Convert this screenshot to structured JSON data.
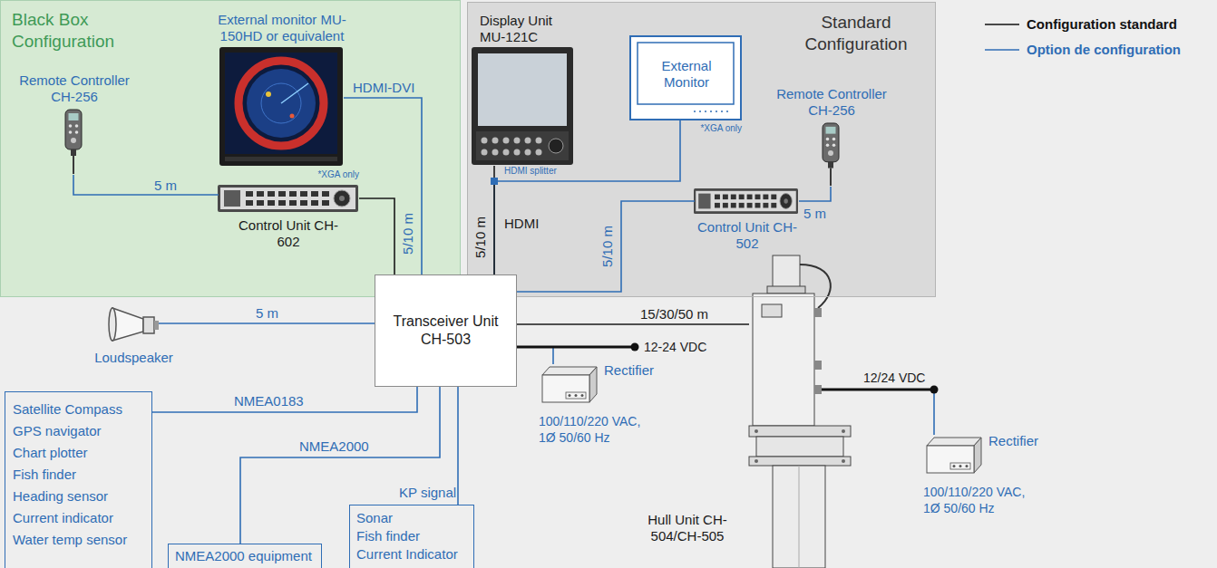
{
  "diagram": {
    "nodes": [
      {
        "text": [
          "Black Box Configuration"
        ]
      },
      {
        "text": [
          "External monitor MU-150HD or equivalent",
          "*XGA only"
        ],
        "in": 0
      },
      {
        "text": [
          "Remote Controller CH-256"
        ],
        "in": 0
      },
      {
        "text": [
          "Control Unit CH-602"
        ],
        "in": 0
      },
      {
        "text": [
          "Standard Configuration"
        ]
      },
      {
        "text": [
          "Display Unit MU-121C"
        ],
        "in": 4
      },
      {
        "text": [
          "External Monitor",
          "*XGA only"
        ],
        "in": 4
      },
      {
        "text": [
          "Remote Controller CH-256"
        ],
        "in": 4
      },
      {
        "text": [
          "Control Unit CH-502"
        ],
        "in": 4
      },
      {
        "text": [
          "Transceiver Unit CH-503"
        ]
      },
      {
        "text": [
          "Loudspeaker"
        ]
      },
      {
        "text": [
          "Rectifier",
          "100/110/220 VAC, 1Ø 50/60 Hz"
        ]
      },
      {
        "text": [
          "Hull Unit CH-504/CH-505"
        ]
      },
      {
        "text": [
          "Rectifier",
          "100/110/220 VAC, 1Ø 50/60 Hz"
        ]
      },
      {
        "text": [
          "Satellite Compass",
          "GPS navigator",
          "Chart plotter",
          "Fish finder",
          "Heading sensor",
          "Current indicator",
          "Water temp sensor"
        ]
      },
      {
        "text": [
          "NMEA2000 equipment"
        ]
      },
      {
        "text": [
          "Sonar",
          "Fish finder",
          "Current Indicator"
        ]
      }
    ],
    "edges": [
      {
        "from": 2,
        "to": 3,
        "label": "5 m",
        "arrow": "none"
      },
      {
        "from": 1,
        "to": 9,
        "label": "HDMI-DVI",
        "arrow": "none"
      },
      {
        "from": 3,
        "to": 9,
        "arrow": "none"
      },
      {
        "from": 5,
        "to": 9,
        "label": "HDMI",
        "arrow": "none"
      },
      {
        "from": 9,
        "to": 6,
        "arrow": "none"
      },
      {
        "from": 8,
        "to": 9,
        "label": "5/10 m",
        "arrow": "none"
      },
      {
        "from": 7,
        "to": 8,
        "label": "5 m",
        "arrow": "none"
      },
      {
        "from": 9,
        "to": 10,
        "label": "5 m",
        "arrow": "none"
      },
      {
        "from": 9,
        "to": 12,
        "label": "15/30/50 m",
        "arrow": "none"
      },
      {
        "from": 11,
        "to": 9,
        "arrow": "none"
      },
      {
        "from": 13,
        "to": 12,
        "arrow": "none"
      },
      {
        "from": 14,
        "to": 9,
        "label": "NMEA0183",
        "arrow": "none"
      },
      {
        "from": 15,
        "to": 9,
        "label": "NMEA2000",
        "arrow": "none"
      },
      {
        "from": 16,
        "to": 9,
        "label": "KP signal",
        "arrow": "none"
      }
    ],
    "labels": [
      "5/10 m",
      "5/10 m",
      "HDMI splitter",
      "12-24 VDC",
      "12/24 VDC"
    ],
    "legend": [
      {
        "text": "Configuration standard"
      },
      {
        "text": "Option de configuration"
      }
    ]
  }
}
